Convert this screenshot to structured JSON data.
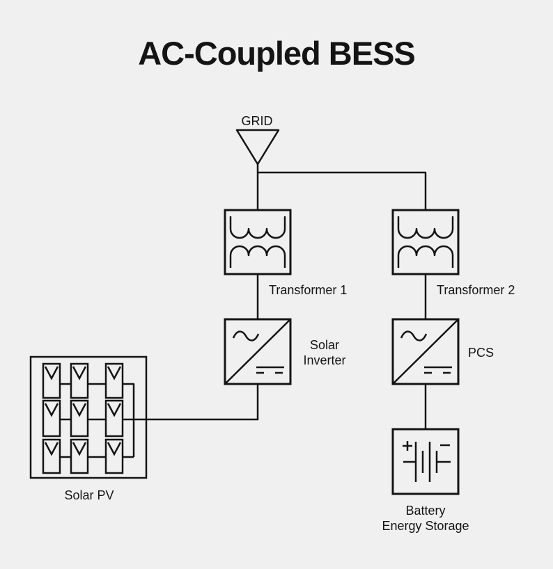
{
  "title": "AC-Coupled BESS",
  "colors": {
    "background": "#f0f0f0",
    "line": "#141414",
    "text": "#141414"
  },
  "nodes": {
    "grid": {
      "label": "GRID"
    },
    "transformer1": {
      "label": "Transformer 1"
    },
    "transformer2": {
      "label": "Transformer 2"
    },
    "solar_inverter": {
      "label_line1": "Solar",
      "label_line2": "Inverter"
    },
    "pcs": {
      "label": "PCS"
    },
    "solar_pv": {
      "label": "Solar PV"
    },
    "battery": {
      "label_line1": "Battery",
      "label_line2": "Energy Storage"
    }
  }
}
